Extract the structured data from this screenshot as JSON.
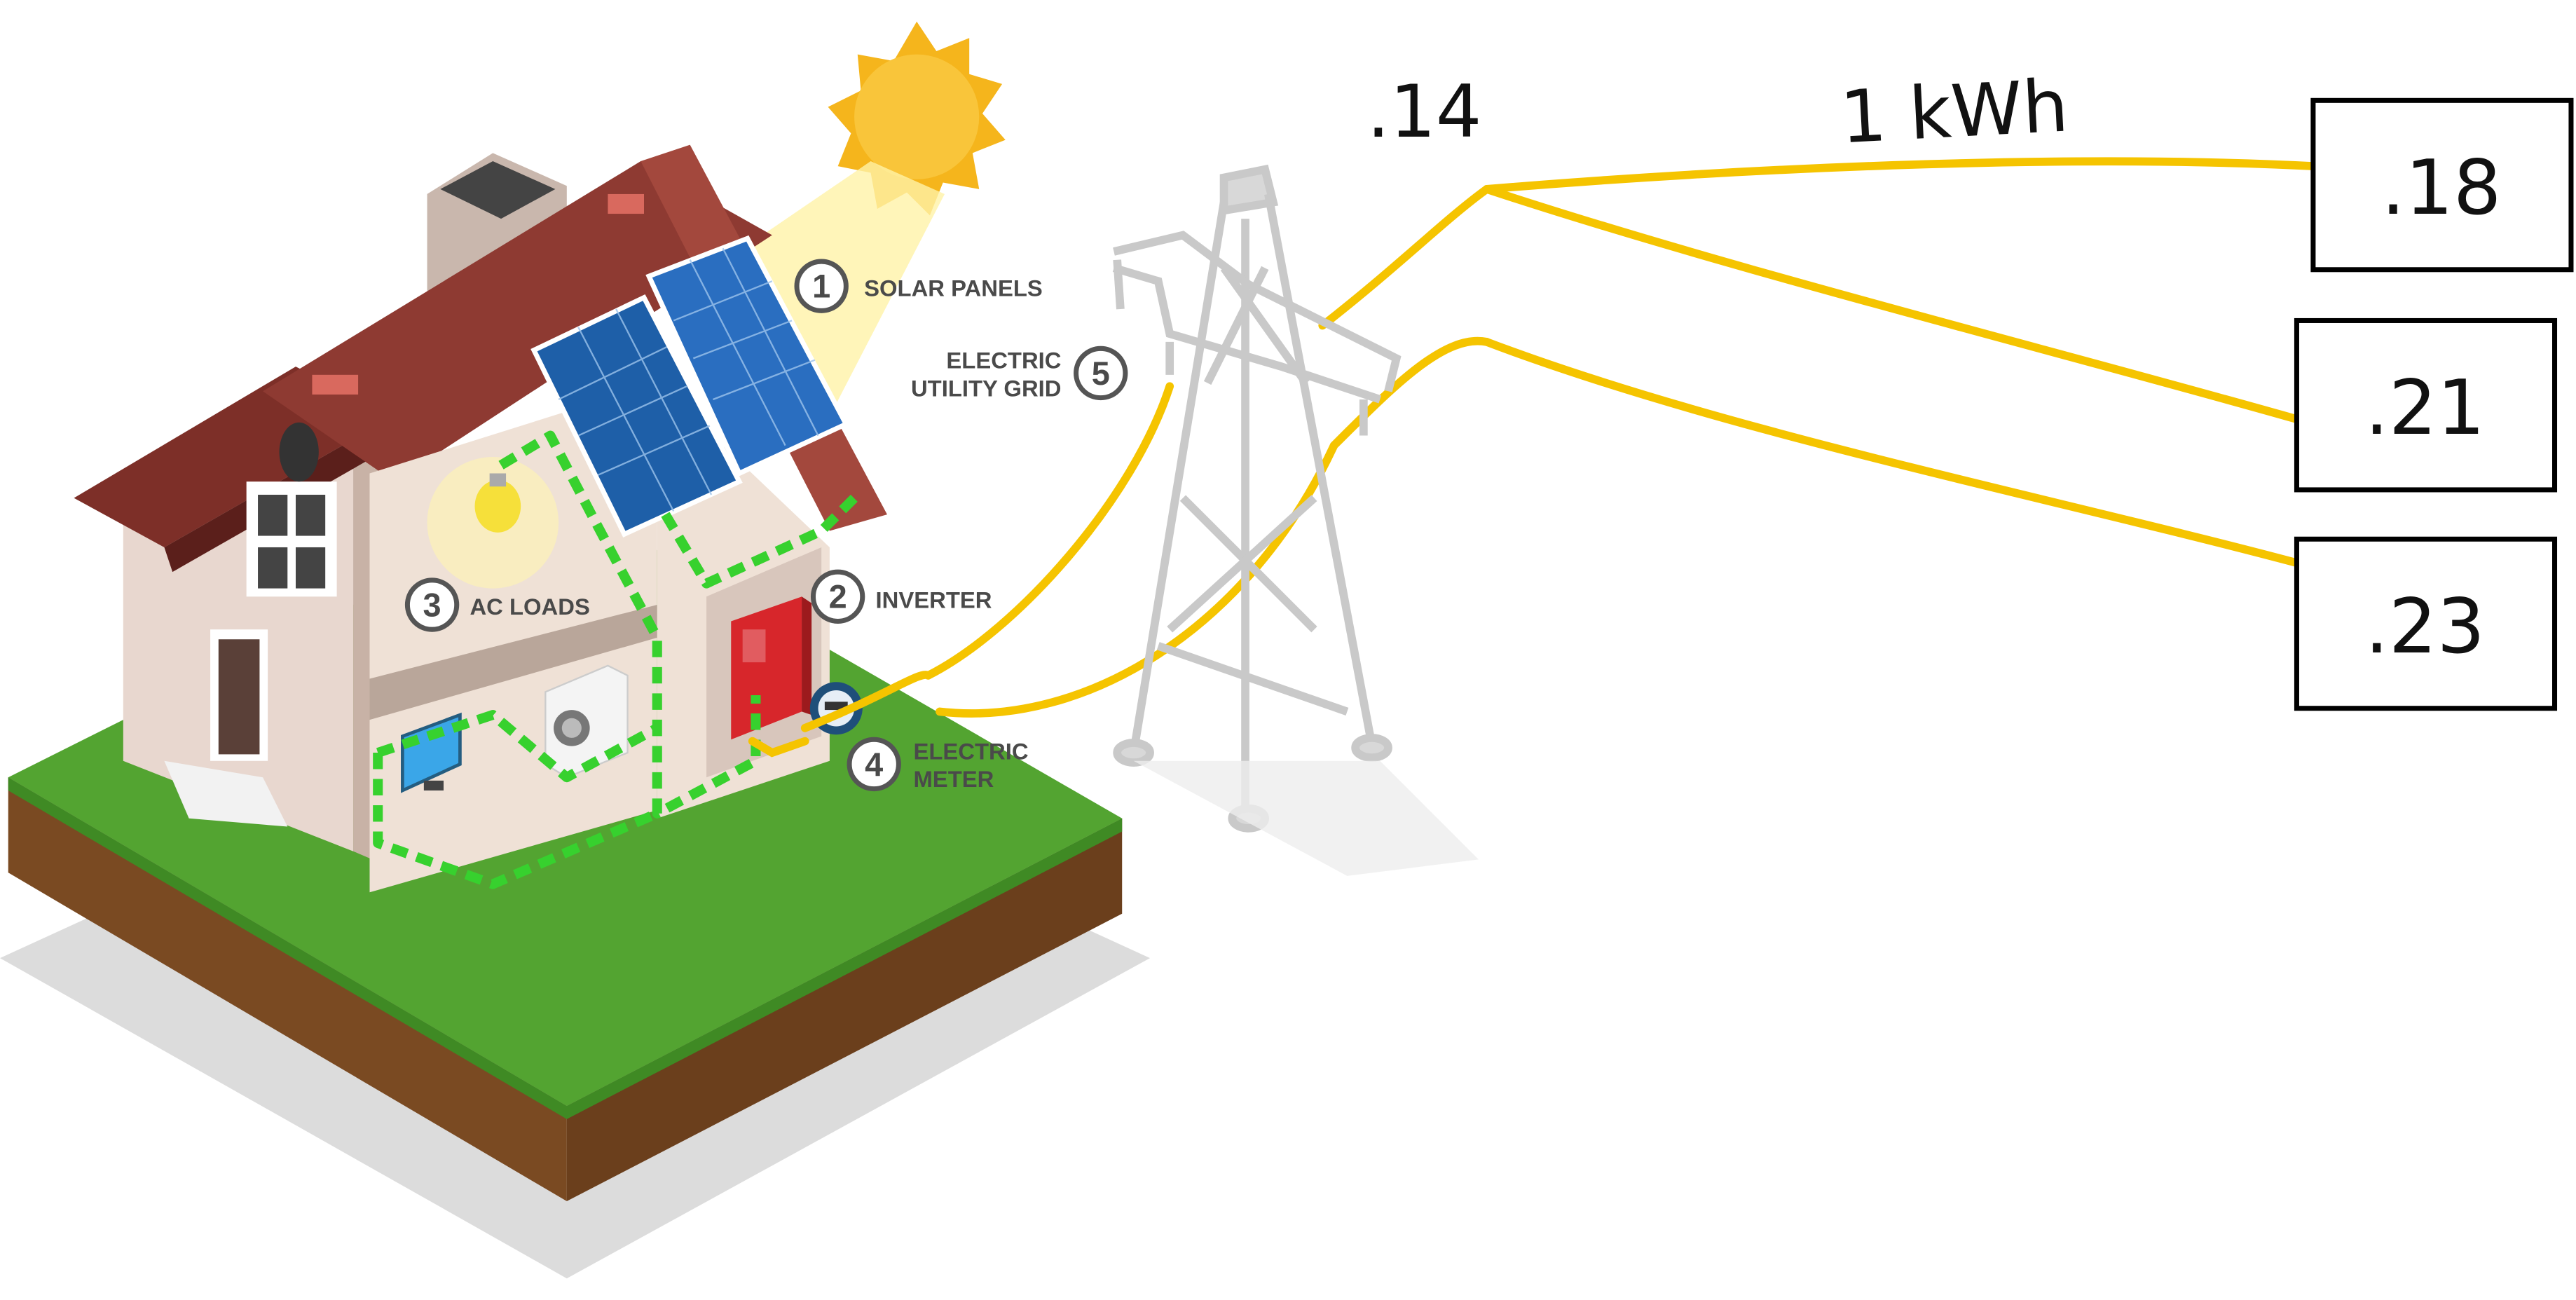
{
  "components": [
    {
      "number": "1",
      "label": "SOLAR PANELS"
    },
    {
      "number": "2",
      "label": "INVERTER"
    },
    {
      "number": "3",
      "label": "AC LOADS"
    },
    {
      "number": "4",
      "label_line1": "ELECTRIC",
      "label_line2": "METER"
    },
    {
      "number": "5",
      "label_line1": "ELECTRIC",
      "label_line2": "UTILITY GRID"
    }
  ],
  "annotations": {
    "grid_price": ".14",
    "energy_unit": "1 kWh",
    "prices": [
      ".18",
      ".21",
      ".23"
    ]
  },
  "colors": {
    "wire": "#F5C400",
    "circuit": "#37D12E",
    "grass": "#53A431",
    "soil": "#7A4A22",
    "roof": "#8E3A32",
    "panel": "#1E5FA8",
    "sun": "#F5B51C",
    "inverter": "#D7262B"
  },
  "icons": [
    "sun-icon",
    "light-bulb-icon",
    "washing-machine-icon",
    "tv-icon",
    "power-tower-icon",
    "electric-meter-icon"
  ]
}
